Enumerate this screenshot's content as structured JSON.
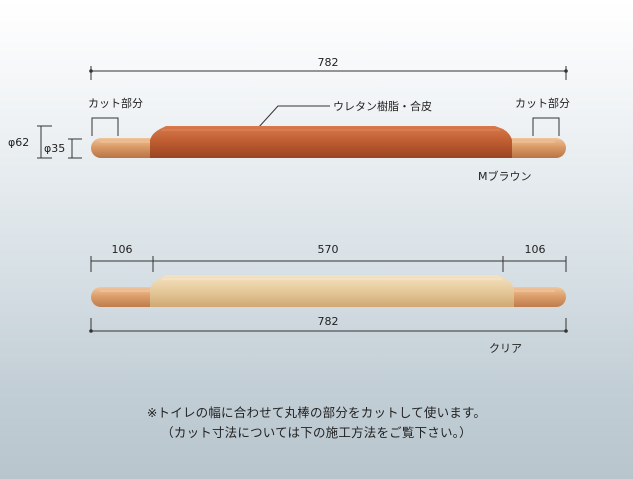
{
  "top_product": {
    "total_length": "782",
    "cut_label_left": "カット部分",
    "cut_label_right": "カット部分",
    "material_label": "ウレタン樹脂・合皮",
    "diameter_outer": "φ62",
    "diameter_inner": "φ35",
    "color_name": "Mブラウン"
  },
  "bottom_product": {
    "left_length": "106",
    "center_length": "570",
    "right_length": "106",
    "total_length": "782",
    "color_name": "クリア"
  },
  "notes": {
    "line1": "※トイレの幅に合わせて丸棒の部分をカットして使います。",
    "line2": "（カット寸法については下の施工方法をご覧下さい。）"
  },
  "colors": {
    "pad_brown": "#b8582e",
    "rod_wood": "#d99a66",
    "pad_clear": "#e8cda2",
    "dim_line": "#333333"
  }
}
